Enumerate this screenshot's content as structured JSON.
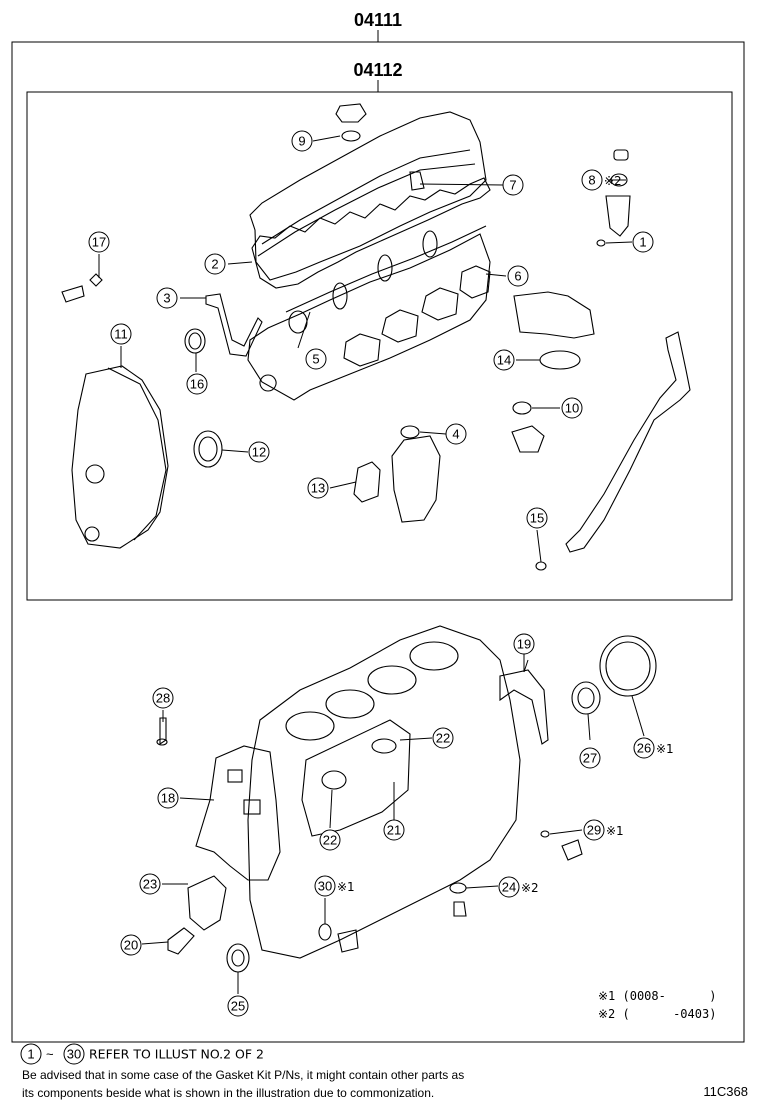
{
  "headers": {
    "kit": "04111",
    "sub_kit": "04112"
  },
  "callouts": [
    {
      "id": "c1",
      "label": "1"
    },
    {
      "id": "c2",
      "label": "2"
    },
    {
      "id": "c3",
      "label": "3"
    },
    {
      "id": "c4",
      "label": "4"
    },
    {
      "id": "c5",
      "label": "5"
    },
    {
      "id": "c6",
      "label": "6"
    },
    {
      "id": "c7",
      "label": "7"
    },
    {
      "id": "c8",
      "label": "8",
      "mark": "※2"
    },
    {
      "id": "c9",
      "label": "9"
    },
    {
      "id": "c10",
      "label": "10"
    },
    {
      "id": "c11",
      "label": "11"
    },
    {
      "id": "c12",
      "label": "12"
    },
    {
      "id": "c13",
      "label": "13"
    },
    {
      "id": "c14",
      "label": "14"
    },
    {
      "id": "c15",
      "label": "15"
    },
    {
      "id": "c16",
      "label": "16"
    },
    {
      "id": "c17",
      "label": "17"
    },
    {
      "id": "c18",
      "label": "18"
    },
    {
      "id": "c19",
      "label": "19"
    },
    {
      "id": "c20",
      "label": "20"
    },
    {
      "id": "c21",
      "label": "21"
    },
    {
      "id": "c22a",
      "label": "22"
    },
    {
      "id": "c22b",
      "label": "22"
    },
    {
      "id": "c23",
      "label": "23"
    },
    {
      "id": "c24",
      "label": "24",
      "mark": "※2"
    },
    {
      "id": "c25",
      "label": "25"
    },
    {
      "id": "c26",
      "label": "26",
      "mark": "※1"
    },
    {
      "id": "c27",
      "label": "27"
    },
    {
      "id": "c28",
      "label": "28"
    },
    {
      "id": "c29",
      "label": "29",
      "mark": "※1"
    },
    {
      "id": "c30",
      "label": "30",
      "mark": "※1"
    }
  ],
  "legend": {
    "mark1": "※1 (0008-      )",
    "mark2": "※2 (      -0403)"
  },
  "footer": {
    "range_from": "1",
    "range_sep": "~",
    "range_to": "30",
    "refer_text": "REFER TO ILLUST NO.2 OF 2",
    "advice_line1": "Be advised that in some case of the Gasket Kit P/Ns,  it might contain other parts as",
    "advice_line2": "its components beside what is shown in the illustration due to commonization.",
    "figure_code": "11C368"
  }
}
